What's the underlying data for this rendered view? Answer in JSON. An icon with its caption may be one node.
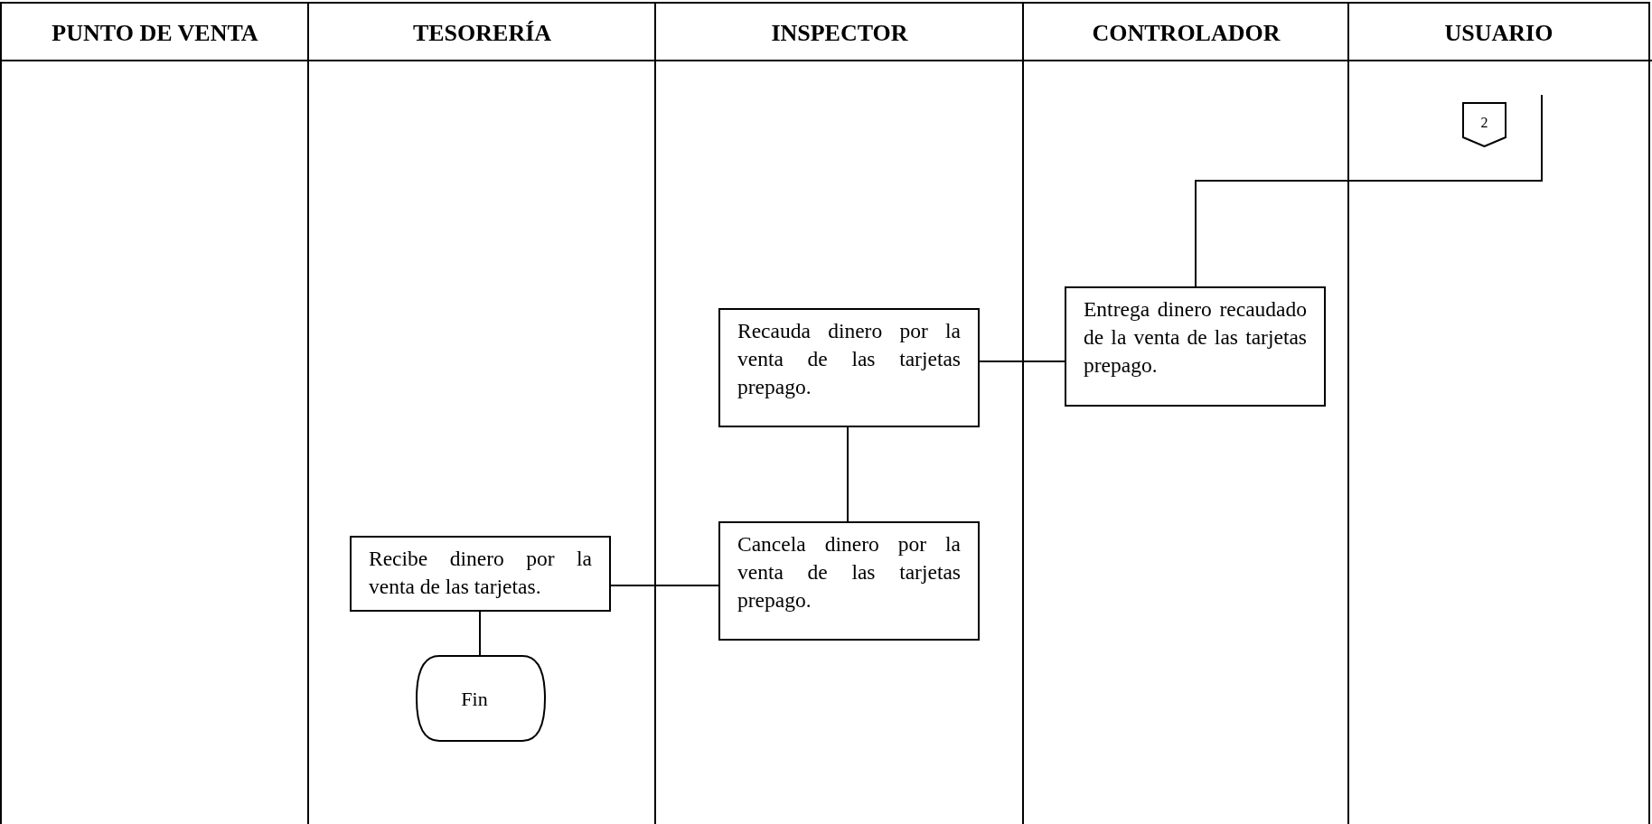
{
  "diagram": {
    "nodes": [
      {
        "text": [
          "PUNTO DE VENTA"
        ]
      },
      {
        "text": [
          "TESORERÍA"
        ]
      },
      {
        "text": [
          "INSPECTOR"
        ]
      },
      {
        "text": [
          "CONTROLADOR"
        ]
      },
      {
        "text": [
          "USUARIO"
        ]
      },
      {
        "text": [
          "2"
        ],
        "in": 4
      },
      {
        "text": [
          "Entrega dinero recaudado de la venta de las tarjetas prepago."
        ],
        "in": 3
      },
      {
        "text": [
          "Recauda dinero por la venta de las tarjetas prepago."
        ],
        "in": 2
      },
      {
        "text": [
          "Cancela dinero por la venta de las tarjetas prepago."
        ],
        "in": 2
      },
      {
        "text": [
          "Recibe dinero por la venta de las tarjetas."
        ],
        "in": 1
      },
      {
        "text": [
          "Fin"
        ],
        "in": 1
      }
    ],
    "edges": [
      {
        "from": null,
        "to": 6,
        "arrow": "none"
      },
      {
        "from": 7,
        "to": 6,
        "arrow": "none"
      },
      {
        "from": 7,
        "to": 8,
        "arrow": "none"
      },
      {
        "from": 8,
        "to": 9,
        "arrow": "none"
      },
      {
        "from": 9,
        "to": 10,
        "arrow": "none"
      }
    ]
  }
}
